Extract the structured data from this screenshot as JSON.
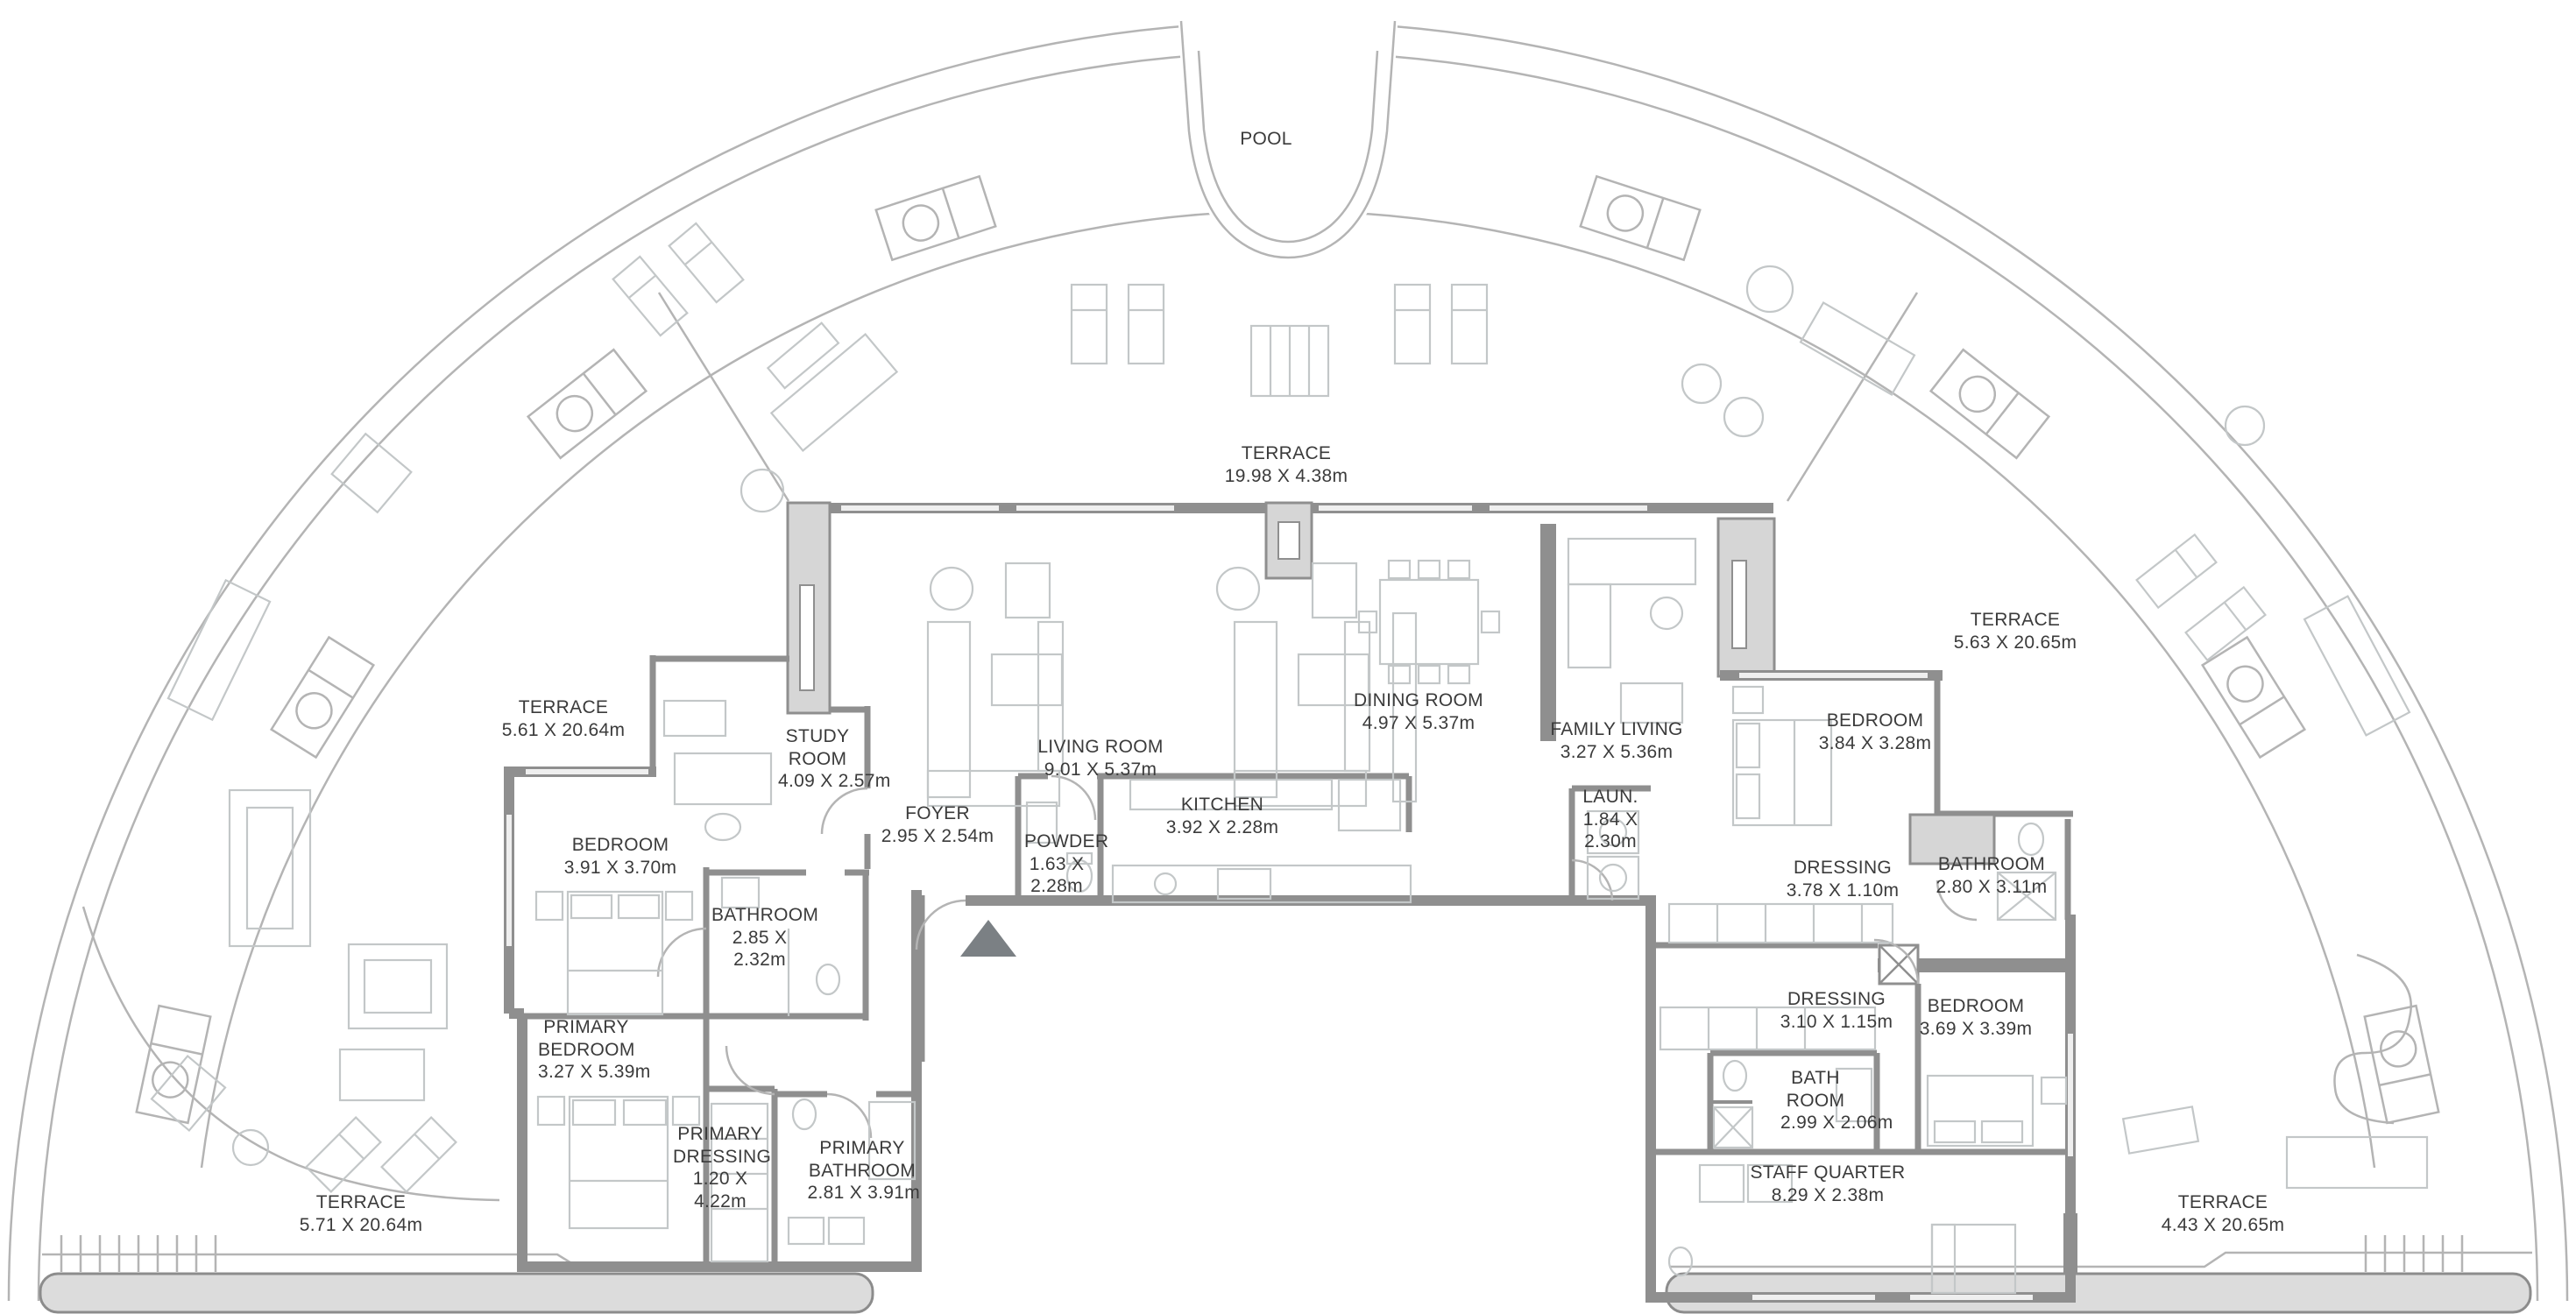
{
  "plan_title": "Penthouse floor plan",
  "colors": {
    "background": "#ffffff",
    "wall": "#8f8f8f",
    "wall_fill": "#d6d6d6",
    "thin_line": "#b4b4b4",
    "furniture_line": "#c3c7c8",
    "rail_fill": "#dcdcdc",
    "text": "#3b3b3b",
    "entrance_marker": "#7b8084"
  },
  "icons": {
    "entrance_marker": "entrance-triangle-icon"
  },
  "rooms": [
    {
      "name": "POOL",
      "dims": ""
    },
    {
      "name": "TERRACE",
      "dims": "19.98 X 4.38m"
    },
    {
      "name": "TERRACE",
      "dims": "5.61 X 20.64m"
    },
    {
      "name": "TERRACE",
      "dims": "5.63 X 20.65m"
    },
    {
      "name": "STUDY ROOM",
      "dims": "4.09 X 2.57m"
    },
    {
      "name": "LIVING ROOM",
      "dims": "9.01 X 5.37m"
    },
    {
      "name": "DINING ROOM",
      "dims": "4.97 X 5.37m"
    },
    {
      "name": "FAMILY LIVING",
      "dims": "3.27 X 5.36m"
    },
    {
      "name": "BEDROOM",
      "dims": "3.84 X 3.28m"
    },
    {
      "name": "FOYER",
      "dims": "2.95 X 2.54m"
    },
    {
      "name": "KITCHEN",
      "dims": "3.92 X 2.28m"
    },
    {
      "name": "POWDER",
      "dims": "1.63 X 2.28m"
    },
    {
      "name": "LAUN.",
      "dims": "1.84 X 2.30m"
    },
    {
      "name": "BEDROOM",
      "dims": "3.91 X 3.70m"
    },
    {
      "name": "BATHROOM",
      "dims": "2.85 X 2.32m"
    },
    {
      "name": "DRESSING",
      "dims": "3.78 X 1.10m"
    },
    {
      "name": "BATHROOM",
      "dims": "2.80 X 3.11m"
    },
    {
      "name": "PRIMARY BEDROOM",
      "dims": "3.27 X 5.39m"
    },
    {
      "name": "DRESSING",
      "dims": "3.10 X 1.15m"
    },
    {
      "name": "BEDROOM",
      "dims": "3.69 X 3.39m"
    },
    {
      "name": "PRIMARY DRESSING",
      "dims": "1.20 X 4.22m"
    },
    {
      "name": "PRIMARY BATHROOM",
      "dims": "2.81 X 3.91m"
    },
    {
      "name": "BATH ROOM",
      "dims": "2.99 X 2.06m"
    },
    {
      "name": "STAFF QUARTER",
      "dims": "8.29 X 2.38m"
    },
    {
      "name": "TERRACE",
      "dims": "5.71 X 20.64m"
    },
    {
      "name": "TERRACE",
      "dims": "4.43 X 20.65m"
    }
  ]
}
